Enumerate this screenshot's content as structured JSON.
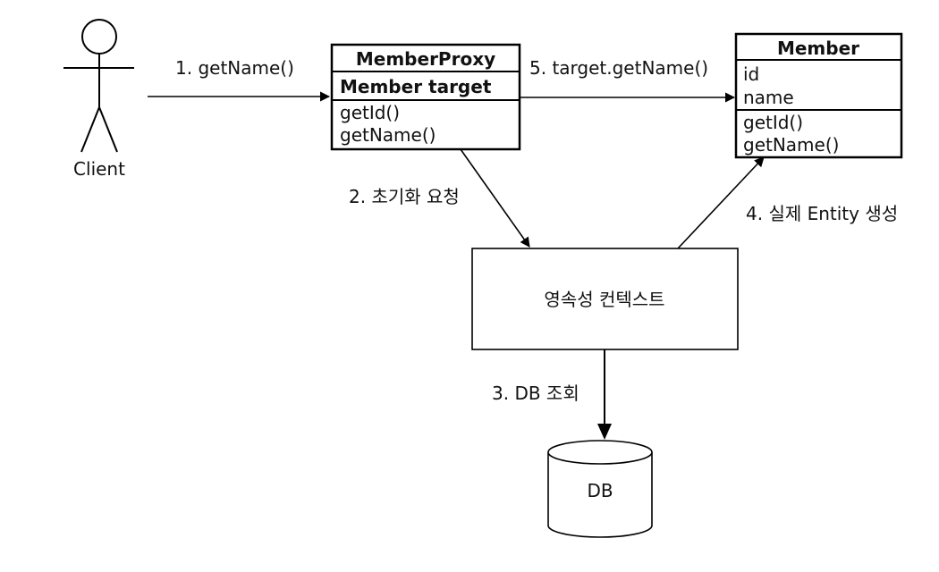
{
  "actor": {
    "label": "Client"
  },
  "proxy": {
    "title": "MemberProxy",
    "field": "Member target",
    "methods": [
      "getId()",
      "getName()"
    ]
  },
  "member": {
    "title": "Member",
    "fields": [
      "id",
      "name"
    ],
    "methods": [
      "getId()",
      "getName()"
    ]
  },
  "context": {
    "label": "영속성 컨텍스트"
  },
  "db": {
    "label": "DB"
  },
  "steps": {
    "s1": "1. getName()",
    "s2": "2. 초기화 요청",
    "s3": "3. DB 조회",
    "s4": "4. 실제 Entity 생성",
    "s5": "5. target.getName()"
  }
}
